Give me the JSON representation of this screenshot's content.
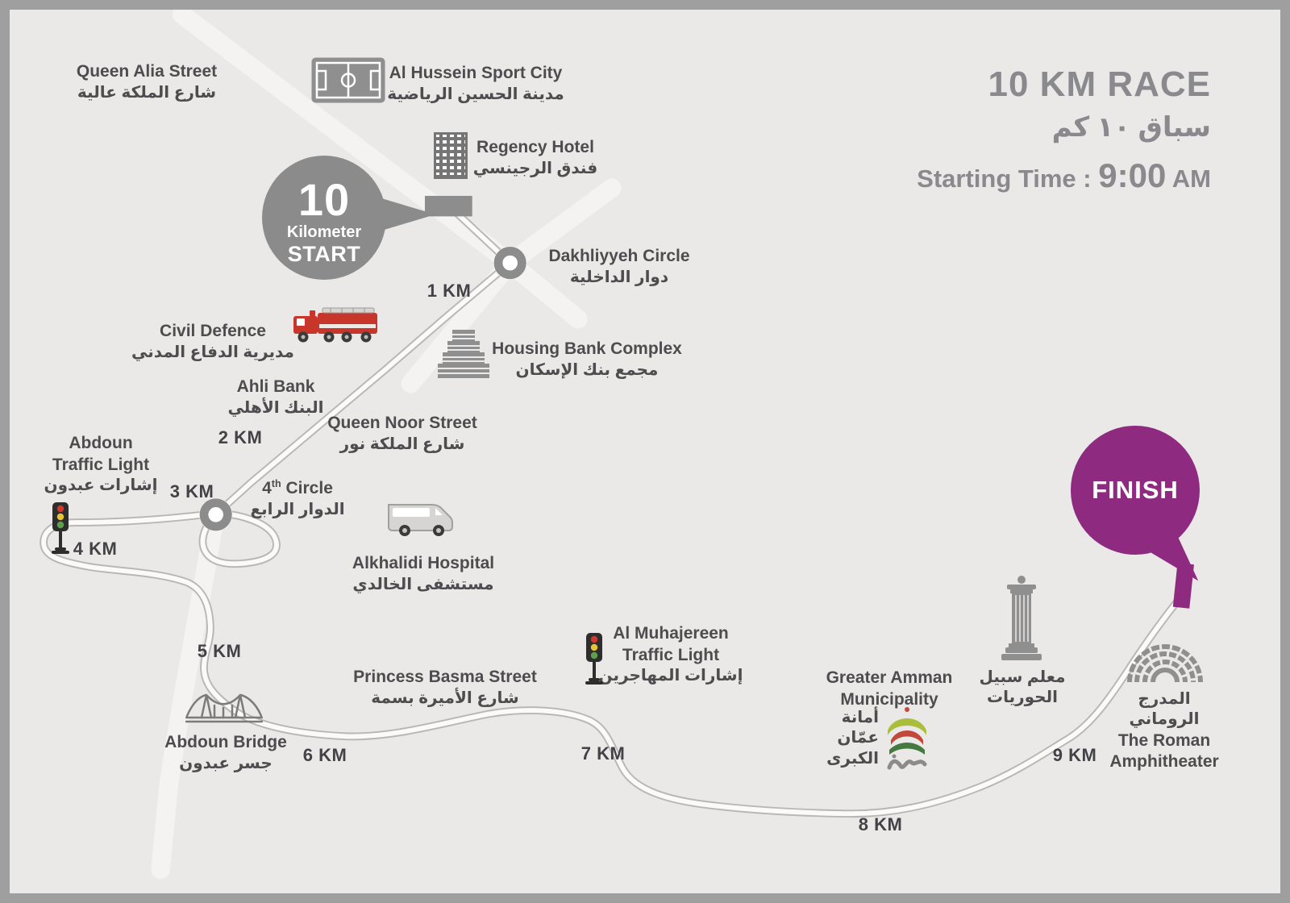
{
  "colors": {
    "background": "#eae9e7",
    "frame": "#9f9f9f",
    "text_dark": "#4d4c4e",
    "title_gray": "#8a898d",
    "start_gray": "#8b8b8b",
    "finish_purple": "#8e2a80",
    "route_casing": "#b9b7b5",
    "route_fill": "#fbfaf9",
    "fire_truck_red": "#c8352b",
    "traffic_red": "#d2392d",
    "traffic_yellow": "#e7c431",
    "traffic_green": "#5ea04d"
  },
  "title": {
    "race": "10 KM RACE",
    "race_ar": "سباق ١٠ كم",
    "start_label": "Starting Time :",
    "start_time": "9:00",
    "start_suffix": "AM"
  },
  "start_marker": {
    "number": "10",
    "unit": "Kilometer",
    "label": "START"
  },
  "finish_marker": {
    "label": "FINISH"
  },
  "km": [
    "1 KM",
    "2 KM",
    "3 KM",
    "4 KM",
    "5 KM",
    "6 KM",
    "7 KM",
    "8 KM",
    "9 KM"
  ],
  "landmarks": {
    "queen_alia": {
      "en": "Queen Alia Street",
      "ar": "شارع الملكة عالية"
    },
    "sport_city": {
      "en": "Al Hussein Sport City",
      "ar": "مدينة الحسين الرياضية"
    },
    "regency": {
      "en": "Regency Hotel",
      "ar": "فندق الرجينسي"
    },
    "dakhliyyeh": {
      "en": "Dakhliyyeh Circle",
      "ar": "دوار الداخلية"
    },
    "civil_defence": {
      "en": "Civil Defence",
      "ar": "مديرية الدفاع المدني"
    },
    "housing_bank": {
      "en": "Housing Bank Complex",
      "ar": "مجمع بنك الإسكان"
    },
    "ahli_bank": {
      "en": "Ahli Bank",
      "ar": "البنك الأهلي"
    },
    "queen_noor": {
      "en": "Queen Noor Street",
      "ar": "شارع الملكة نور"
    },
    "abdoun_light": {
      "en1": "Abdoun",
      "en2": "Traffic Light",
      "ar": "إشارات عبدون"
    },
    "fourth_circle": {
      "num": "4",
      "sup": "th",
      "rest": " Circle",
      "ar": "الدوار الرابع"
    },
    "alkhalidi": {
      "en": "Alkhalidi Hospital",
      "ar": "مستشفى الخالدي"
    },
    "muhajereen": {
      "en1": "Al Muhajereen",
      "en2": "Traffic Light",
      "ar": "إشارات المهاجرين"
    },
    "princess_basma": {
      "en": "Princess Basma Street",
      "ar": "شارع الأميرة بسمة"
    },
    "abdoun_bridge": {
      "en": "Abdoun Bridge",
      "ar": "جسر عبدون"
    },
    "municipality": {
      "en1": "Greater Amman",
      "en2": "Municipality",
      "ar1": "أمانة",
      "ar2": "عمّان",
      "ar3": "الكبرى"
    },
    "nymphaeum": {
      "ar1": "معلم سبيل",
      "ar2": "الحوريات"
    },
    "amphitheater": {
      "ar1": "المدرج",
      "ar2": "الروماني",
      "en1": "The Roman",
      "en2": "Amphitheater"
    }
  }
}
